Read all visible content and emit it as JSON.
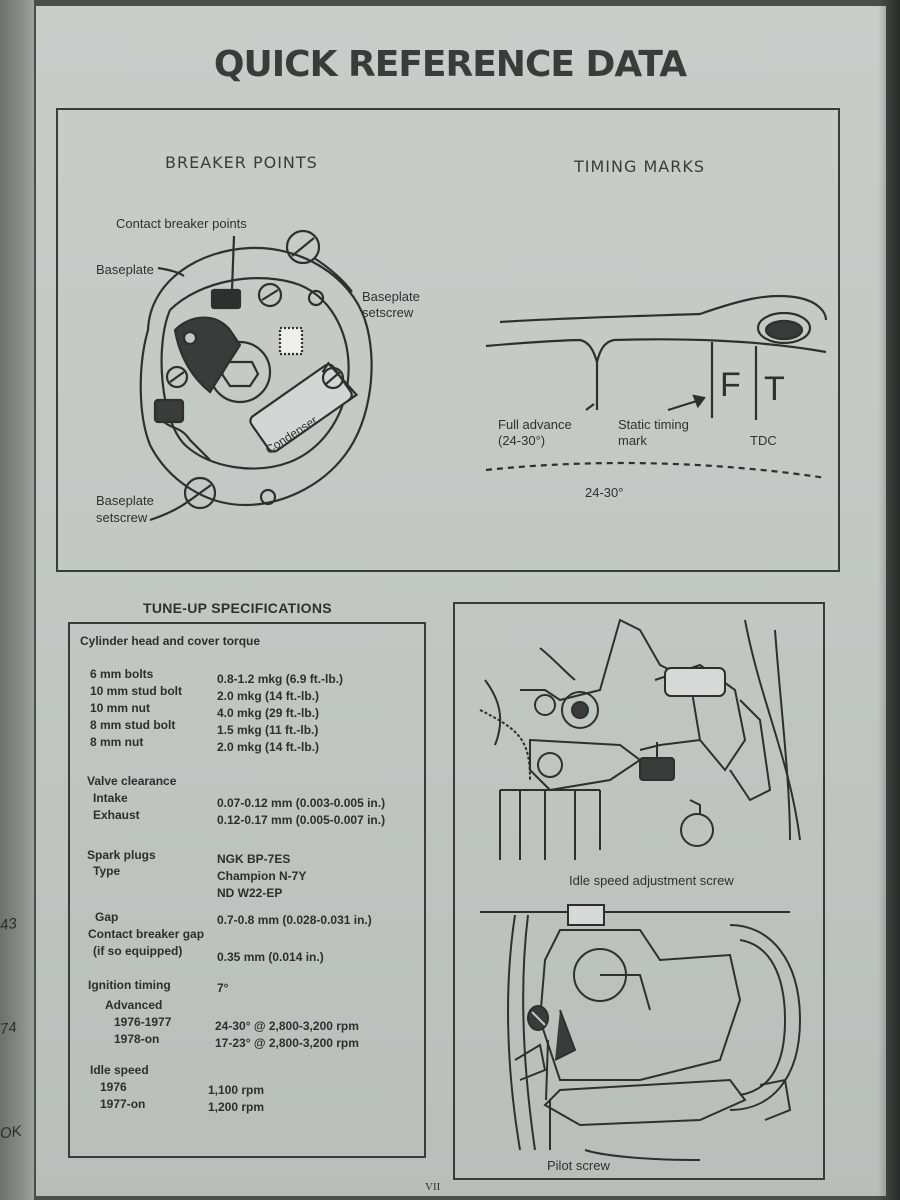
{
  "title": "QUICK REFERENCE DATA",
  "left_page_fragments": [
    "43",
    "74",
    "OK"
  ],
  "page_number": "VII",
  "breaker_points": {
    "heading": "BREAKER POINTS",
    "labels": {
      "contact_points": "Contact breaker points",
      "baseplate": "Baseplate",
      "baseplate_setscrew_top_1": "Baseplate",
      "baseplate_setscrew_top_2": "setscrew",
      "baseplate_setscrew_bottom_1": "Baseplate",
      "baseplate_setscrew_bottom_2": "setscrew",
      "condenser": "Condenser"
    }
  },
  "timing_marks": {
    "heading": "TIMING MARKS",
    "labels": {
      "full_advance_1": "Full advance",
      "full_advance_2": "(24-30°)",
      "static_1": "Static timing",
      "static_2": "mark",
      "tdc": "TDC",
      "range": "24-30°",
      "mark_f": "F",
      "mark_t": "T"
    }
  },
  "tune_up": {
    "title": "TUNE-UP SPECIFICATIONS",
    "cylinder_head": {
      "heading": "Cylinder head and cover torque",
      "rows": [
        {
          "label": "6 mm bolts",
          "value": "0.8-1.2 mkg (6.9 ft.-lb.)"
        },
        {
          "label": "10 mm stud bolt",
          "value": "2.0 mkg (14 ft.-lb.)"
        },
        {
          "label": "10 mm nut",
          "value": "4.0 mkg (29 ft.-lb.)"
        },
        {
          "label": "8 mm stud bolt",
          "value": "1.5 mkg (11 ft.-lb.)"
        },
        {
          "label": "8 mm nut",
          "value": "2.0 mkg (14 ft.-lb.)"
        }
      ]
    },
    "valve": {
      "heading": "Valve clearance",
      "rows": [
        {
          "label": "Intake",
          "value": "0.07-0.12 mm (0.003-0.005 in.)"
        },
        {
          "label": "Exhaust",
          "value": "0.12-0.17 mm (0.005-0.007 in.)"
        }
      ]
    },
    "spark": {
      "heading": "Spark plugs",
      "value1": "NGK BP-7ES",
      "type_label": "Type",
      "value2": "Champion N-7Y",
      "value3": "ND W22-EP",
      "gap_label": "Gap",
      "gap_value": "0.7-0.8 mm (0.028-0.031 in.)"
    },
    "contact_gap": {
      "line1": "Contact breaker gap",
      "line2": "(if so equipped)",
      "value": "0.35 mm (0.014 in.)"
    },
    "ignition": {
      "heading": "Ignition timing",
      "value": "7°",
      "advanced_label": "Advanced",
      "rows": [
        {
          "label": "1976-1977",
          "value": "24-30° @ 2,800-3,200 rpm"
        },
        {
          "label": "1978-on",
          "value": "17-23° @ 2,800-3,200 rpm"
        }
      ]
    },
    "idle": {
      "heading": "Idle speed",
      "rows": [
        {
          "label": "1976",
          "value": "1,100 rpm"
        },
        {
          "label": "1977-on",
          "value": "1,200 rpm"
        }
      ]
    }
  },
  "carburetor": {
    "idle_caption": "Idle speed adjustment screw",
    "pilot_caption": "Pilot screw"
  },
  "colors": {
    "paper": "#c5c9c6",
    "ink": "#2f3130",
    "background": "#4a4f4c"
  }
}
